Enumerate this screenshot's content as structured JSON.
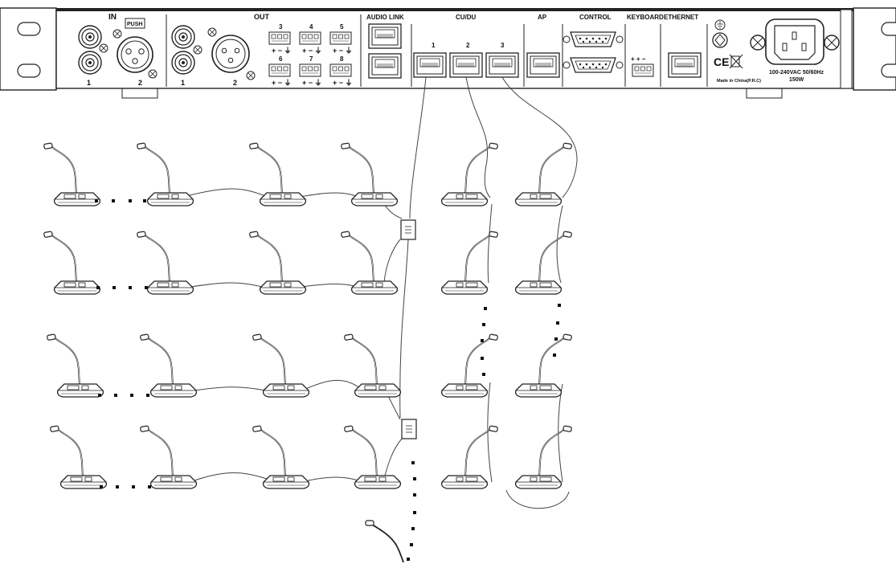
{
  "rear_panel": {
    "sections": {
      "in": "IN",
      "out": "OUT",
      "audio_link": "AUDIO LINK",
      "cu_du": "CU/DU",
      "ap": "AP",
      "control": "CONTROL",
      "keyboard": "KEYBOARD",
      "ethernet": "ETHERNET"
    },
    "in_ports": [
      "1",
      "2"
    ],
    "out_ports": [
      "1",
      "2"
    ],
    "push_label": "PUSH",
    "out_terminal_numbers": [
      "3",
      "4",
      "5",
      "6",
      "7",
      "8"
    ],
    "terminal_polarity": "+ − ⏚",
    "keyboard_polarity": "+ + −",
    "cu_du_ports": [
      "1",
      "2",
      "3"
    ],
    "ce_mark": "CE",
    "made_in": "Made in China(P.R.C)",
    "power_rating": "100-240VAC 50/60Hz",
    "power_watts": "150W"
  },
  "icons": [
    "ground-icon",
    "fuse-icon",
    "weee-bin-icon",
    "xlr-female-icon",
    "xlr-male-icon",
    "rca-jack-icon",
    "rj45-port-icon",
    "db9-port-icon",
    "iec-inlet-icon",
    "microphone-unit-icon",
    "splitter-box-icon"
  ],
  "colors": {
    "line": "#222222",
    "background": "#ffffff"
  }
}
